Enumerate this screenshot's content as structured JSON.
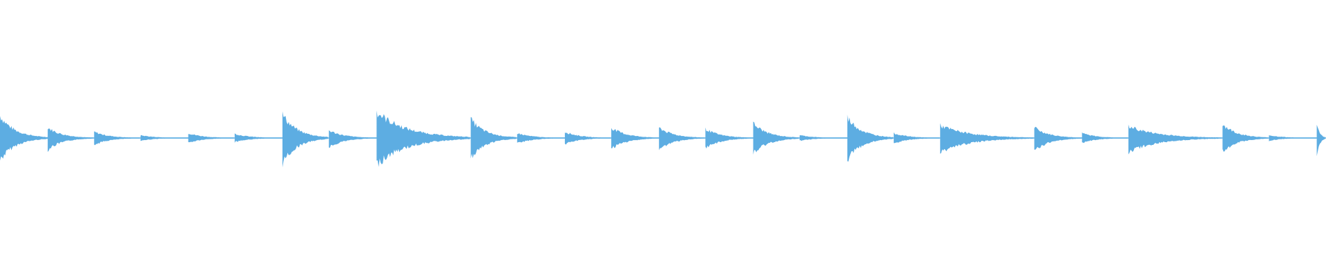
{
  "waveform": {
    "color": "#5DADE2",
    "background": "#FFFFFF",
    "baseline_amplitude": 0.004,
    "note_onsets": [
      {
        "t": 0.0,
        "upper": 0.16,
        "lower": 0.16
      },
      {
        "t": 0.036,
        "upper": 0.075,
        "lower": 0.085
      },
      {
        "t": 0.071,
        "upper": 0.045,
        "lower": 0.05
      },
      {
        "t": 0.106,
        "upper": 0.02,
        "lower": 0.02
      },
      {
        "t": 0.142,
        "upper": 0.035,
        "lower": 0.035
      },
      {
        "t": 0.177,
        "upper": 0.03,
        "lower": 0.03
      },
      {
        "t": 0.213,
        "upper": 0.17,
        "lower": 0.18
      },
      {
        "t": 0.248,
        "upper": 0.055,
        "lower": 0.065
      },
      {
        "t": 0.284,
        "upper": 0.19,
        "lower": 0.19
      },
      {
        "t": 0.355,
        "upper": 0.135,
        "lower": 0.145
      },
      {
        "t": 0.39,
        "upper": 0.035,
        "lower": 0.04
      },
      {
        "t": 0.426,
        "upper": 0.045,
        "lower": 0.045
      },
      {
        "t": 0.461,
        "upper": 0.075,
        "lower": 0.08
      },
      {
        "t": 0.497,
        "upper": 0.075,
        "lower": 0.085
      },
      {
        "t": 0.532,
        "upper": 0.065,
        "lower": 0.075
      },
      {
        "t": 0.568,
        "upper": 0.105,
        "lower": 0.115
      },
      {
        "t": 0.603,
        "upper": 0.02,
        "lower": 0.02
      },
      {
        "t": 0.639,
        "upper": 0.15,
        "lower": 0.155
      },
      {
        "t": 0.674,
        "upper": 0.035,
        "lower": 0.04
      },
      {
        "t": 0.709,
        "upper": 0.09,
        "lower": 0.1
      },
      {
        "t": 0.78,
        "upper": 0.075,
        "lower": 0.09
      },
      {
        "t": 0.816,
        "upper": 0.035,
        "lower": 0.035
      },
      {
        "t": 0.851,
        "upper": 0.085,
        "lower": 0.1
      },
      {
        "t": 0.922,
        "upper": 0.1,
        "lower": 0.1
      },
      {
        "t": 0.957,
        "upper": 0.02,
        "lower": 0.02
      },
      {
        "t": 0.993,
        "upper": 0.11,
        "lower": 0.12
      }
    ]
  }
}
